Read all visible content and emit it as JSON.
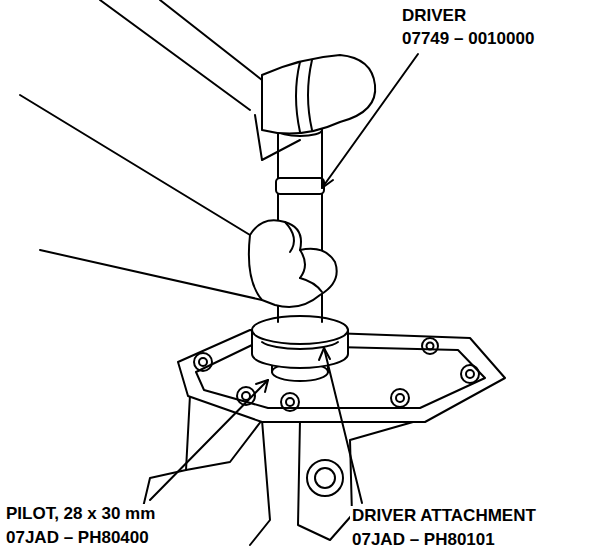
{
  "diagram": {
    "labels": [
      "DRIVER",
      "07749 – 0010000",
      "PILOT, 28 x 30 mm",
      "07JAD – PH80400",
      "DRIVER ATTACHMENT",
      "07JAD – PH80101"
    ]
  }
}
